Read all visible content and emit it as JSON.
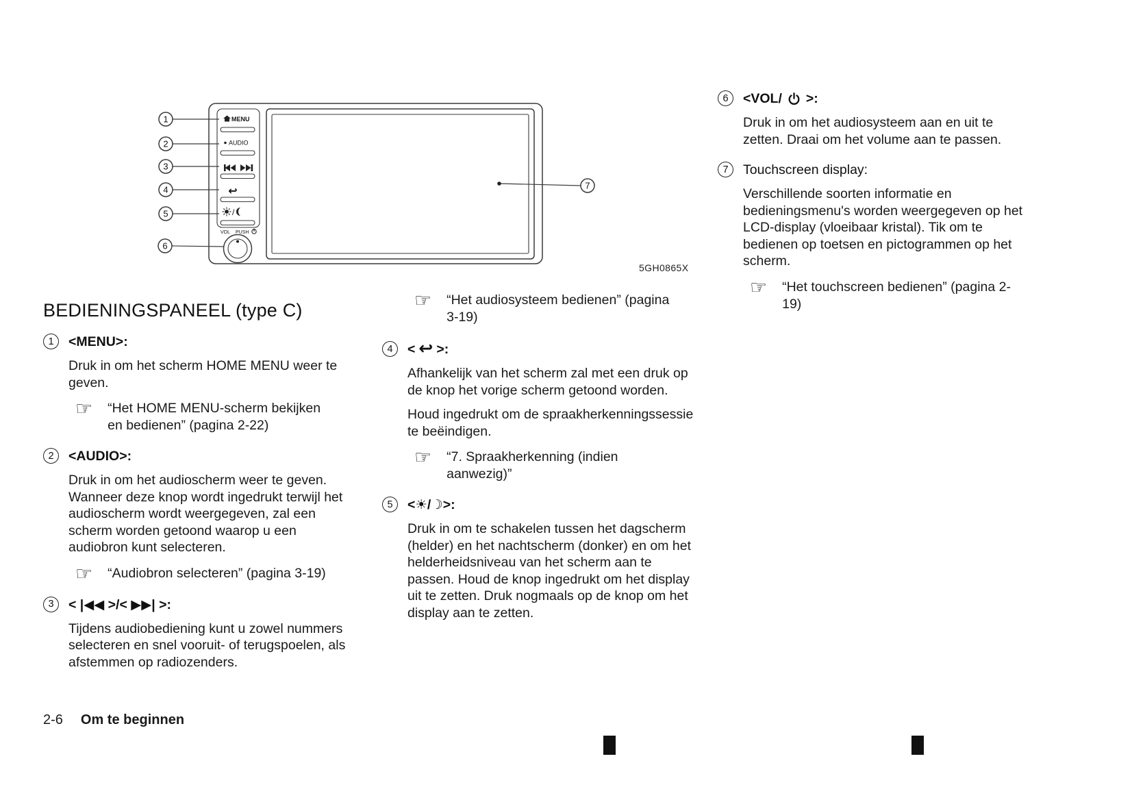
{
  "title": "BEDIENINGSPANEEL (type C)",
  "glyphs": {
    "hand": "☞"
  },
  "diagram": {
    "caption": "5GH0865X",
    "menu_label": "MENU",
    "audio_label": "AUDIO",
    "vol_label": "VOL",
    "push_label": "PUSH",
    "callouts": [
      "1",
      "2",
      "3",
      "4",
      "5",
      "6",
      "7"
    ]
  },
  "items": {
    "menu": {
      "num": "1",
      "label": "<MENU>:",
      "para": "Druk in om het scherm HOME MENU weer te geven.",
      "ref": "“Het HOME MENU-scherm bekijken en bedienen” (pagina 2-22)"
    },
    "audio": {
      "num": "2",
      "label": "<AUDIO>:",
      "para": "Druk in om het audioscherm weer te geven. Wanneer deze knop wordt ingedrukt terwijl het audioscherm wordt weergegeven, zal een scherm worden getoond waarop u een audiobron kunt selecteren.",
      "ref": "“Audiobron selecteren” (pagina 3-19)"
    },
    "seek": {
      "num": "3",
      "label": "< |◀◀ >/< ▶▶| >:",
      "para": "Tijdens audiobediening kunt u zowel nummers selecteren en snel vooruit- of terugspoelen, als afstemmen op radiozenders.",
      "ref": "“Het audiosysteem bedienen” (pagina 3-19)"
    },
    "back": {
      "num": "4",
      "bracket_open": "<",
      "icon": "↩",
      "bracket_close": ">:",
      "para1": "Afhankelijk van het scherm zal met een druk op de knop het vorige scherm getoond worden.",
      "para2": "Houd ingedrukt om de spraakherkenningssessie te beëindigen.",
      "ref": "“7. Spraakherkenning (indien aanwezig)”"
    },
    "day_night": {
      "num": "5",
      "label": "<☀/☽>:",
      "para": "Druk in om te schakelen tussen het dagscherm (helder) en het nachtscherm (donker) en om het helderheidsniveau van het scherm aan te passen. Houd de knop ingedrukt om het display uit te zetten. Druk nogmaals op de knop om het display aan te zetten."
    },
    "volume": {
      "num": "6",
      "label_open": "<VOL/",
      "label_close": ">:",
      "icon_name": "power-icon",
      "para": "Druk in om het audiosysteem aan en uit te zetten. Draai om het volume aan te passen."
    },
    "touchscreen": {
      "num": "7",
      "label": "Touchscreen display:",
      "para": "Verschillende soorten informatie en bedieningsmenu's worden weergegeven op het LCD-display (vloeibaar kristal). Tik om te bedienen op toetsen en pictogrammen op het scherm.",
      "ref": "“Het touchscreen bedienen” (pagina 2-19)"
    }
  },
  "footer": {
    "page_number": "2-6",
    "section_title": "Om te beginnen"
  }
}
